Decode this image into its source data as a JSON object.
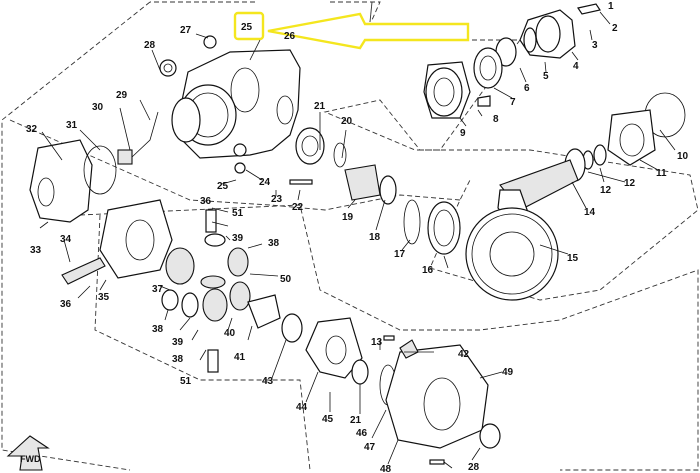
{
  "callouts": [
    {
      "id": "c1",
      "text": "1"
    },
    {
      "id": "c2",
      "text": "2"
    },
    {
      "id": "c3",
      "text": "3"
    },
    {
      "id": "c4",
      "text": "4"
    },
    {
      "id": "c5",
      "text": "5"
    },
    {
      "id": "c6",
      "text": "6"
    },
    {
      "id": "c7",
      "text": "7"
    },
    {
      "id": "c8",
      "text": "8"
    },
    {
      "id": "c9",
      "text": "9"
    },
    {
      "id": "c10",
      "text": "10"
    },
    {
      "id": "c11",
      "text": "11"
    },
    {
      "id": "c12a",
      "text": "12"
    },
    {
      "id": "c12b",
      "text": "12"
    },
    {
      "id": "c13",
      "text": "13"
    },
    {
      "id": "c14",
      "text": "14"
    },
    {
      "id": "c15",
      "text": "15"
    },
    {
      "id": "c16",
      "text": "16"
    },
    {
      "id": "c17",
      "text": "17"
    },
    {
      "id": "c18",
      "text": "18"
    },
    {
      "id": "c19",
      "text": "19"
    },
    {
      "id": "c20",
      "text": "20"
    },
    {
      "id": "c21a",
      "text": "21"
    },
    {
      "id": "c21b",
      "text": "21"
    },
    {
      "id": "c22",
      "text": "22"
    },
    {
      "id": "c23",
      "text": "23"
    },
    {
      "id": "c24",
      "text": "24"
    },
    {
      "id": "c25a",
      "text": "25"
    },
    {
      "id": "c25b",
      "text": "25"
    },
    {
      "id": "c26",
      "text": "26"
    },
    {
      "id": "c27",
      "text": "27"
    },
    {
      "id": "c28a",
      "text": "28"
    },
    {
      "id": "c28b",
      "text": "28"
    },
    {
      "id": "c29",
      "text": "29"
    },
    {
      "id": "c30",
      "text": "30"
    },
    {
      "id": "c31",
      "text": "31"
    },
    {
      "id": "c32",
      "text": "32"
    },
    {
      "id": "c33",
      "text": "33"
    },
    {
      "id": "c34",
      "text": "34"
    },
    {
      "id": "c35",
      "text": "35"
    },
    {
      "id": "c36a",
      "text": "36"
    },
    {
      "id": "c36b",
      "text": "36"
    },
    {
      "id": "c37",
      "text": "37"
    },
    {
      "id": "c38a",
      "text": "38"
    },
    {
      "id": "c38b",
      "text": "38"
    },
    {
      "id": "c38c",
      "text": "38"
    },
    {
      "id": "c39a",
      "text": "39"
    },
    {
      "id": "c39b",
      "text": "39"
    },
    {
      "id": "c40",
      "text": "40"
    },
    {
      "id": "c41",
      "text": "41"
    },
    {
      "id": "c42",
      "text": "42"
    },
    {
      "id": "c43",
      "text": "43"
    },
    {
      "id": "c44",
      "text": "44"
    },
    {
      "id": "c45",
      "text": "45"
    },
    {
      "id": "c46",
      "text": "46"
    },
    {
      "id": "c47",
      "text": "47"
    },
    {
      "id": "c48",
      "text": "48"
    },
    {
      "id": "c49",
      "text": "49"
    },
    {
      "id": "c50",
      "text": "50"
    },
    {
      "id": "c51a",
      "text": "51"
    },
    {
      "id": "c51b",
      "text": "51"
    }
  ],
  "fwd_label": "FWD",
  "highlight": {
    "part": "25",
    "color": "#f4e61e"
  }
}
